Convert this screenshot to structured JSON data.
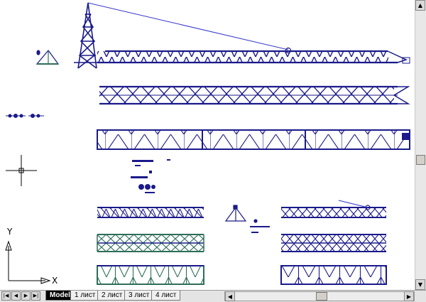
{
  "model_space": {
    "ucs_labels": {
      "y": "Y",
      "x": "X"
    },
    "colors": {
      "truss": "#1a1a8a",
      "truss_green": "#2e6e5a",
      "leader": "#3333cc"
    }
  },
  "layout_tabs": [
    {
      "label": "Model",
      "active": true
    },
    {
      "label": "1 лист",
      "active": false
    },
    {
      "label": "2 лист",
      "active": false
    },
    {
      "label": "3 лист",
      "active": false
    },
    {
      "label": "4 лист",
      "active": false
    }
  ],
  "nav_buttons": [
    "first-tab",
    "prev-tab",
    "next-tab",
    "last-tab"
  ]
}
